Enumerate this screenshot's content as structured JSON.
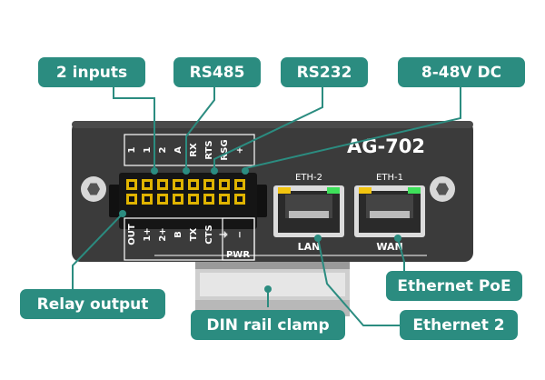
{
  "callouts": {
    "inputs": "2 inputs",
    "rs485": "RS485",
    "rs232": "RS232",
    "power": "8-48V DC",
    "relay": "Relay output",
    "poe": "Ethernet PoE",
    "din": "DIN rail clamp",
    "eth2": "Ethernet 2"
  },
  "device": {
    "model": "AG-702",
    "top_pins": [
      "1",
      "1",
      "2",
      "A",
      "RX",
      "RTS",
      "RSG",
      "+"
    ],
    "bottom_pins": [
      "OUT",
      "1+",
      "2+",
      "B",
      "TX",
      "CTS",
      "⏚",
      "−"
    ],
    "pwr_label": "PWR",
    "eth2_top": "ETH-2",
    "eth2_bottom": "LAN",
    "eth1_top": "ETH-1",
    "eth1_bottom": "WAN"
  },
  "colors": {
    "callout": "#2b8c80",
    "body": "#3a3a3a",
    "led_yellow": "#f2c40f",
    "led_green": "#3ee05a"
  }
}
